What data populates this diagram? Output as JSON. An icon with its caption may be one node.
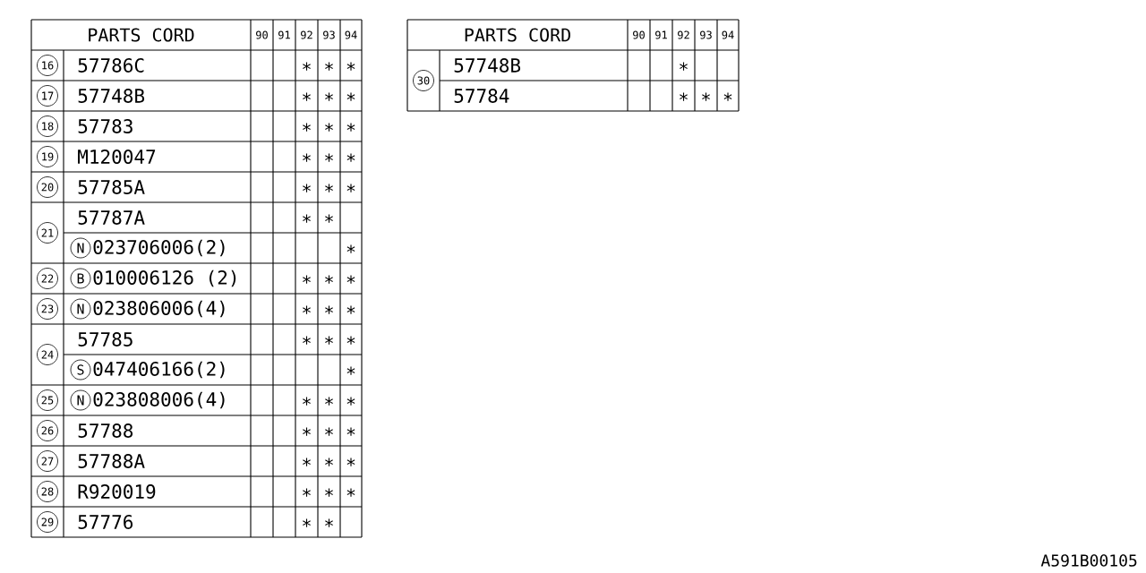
{
  "diagram": {
    "labels": [
      "PARTS CORD",
      "90",
      "91",
      "92",
      "93",
      "94",
      "16",
      "57786C",
      "*",
      "*",
      "*",
      "17",
      "57748B",
      "*",
      "*",
      "*",
      "18",
      "57783",
      "*",
      "*",
      "*",
      "19",
      "M120047",
      "*",
      "*",
      "*",
      "20",
      "57785A",
      "*",
      "*",
      "*",
      "21",
      "57787A",
      "*",
      "*",
      "N",
      "023706006(2)",
      "*",
      "22",
      "B",
      "010006126 (2)",
      "*",
      "*",
      "*",
      "23",
      "N",
      "023806006(4)",
      "*",
      "*",
      "*",
      "24",
      "57785",
      "*",
      "*",
      "*",
      "S",
      "047406166(2)",
      "*",
      "25",
      "N",
      "023808006(4)",
      "*",
      "*",
      "*",
      "26",
      "57788",
      "*",
      "*",
      "*",
      "27",
      "57788A",
      "*",
      "*",
      "*",
      "28",
      "R920019",
      "*",
      "*",
      "*",
      "29",
      "57776",
      "*",
      "*",
      "PARTS CORD",
      "90",
      "91",
      "92",
      "93",
      "94",
      "30",
      "57748B",
      "*",
      "57784",
      "*",
      "*",
      "*",
      "A591B00105"
    ]
  }
}
